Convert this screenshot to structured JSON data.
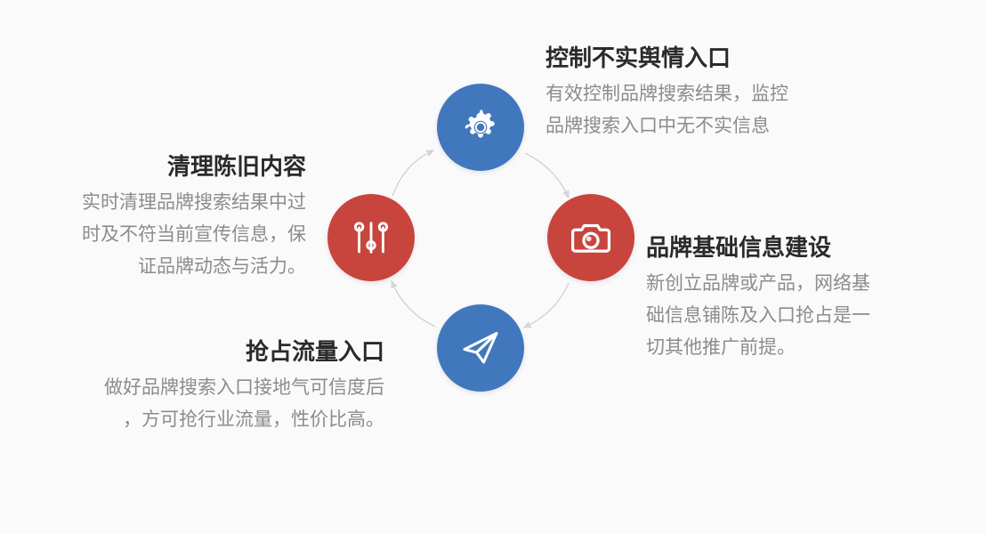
{
  "theme": {
    "background": "#FBFAFB",
    "blue": "#4178BD",
    "red": "#C8453E",
    "title_color": "#2A2A2A",
    "body_color": "#8C8C8C",
    "arrow_color": "#C9C9CC"
  },
  "nodes": [
    {
      "id": "top",
      "icon": "gear-icon",
      "color": "#4178BD",
      "position": "top"
    },
    {
      "id": "right",
      "icon": "camera-icon",
      "color": "#C8453E",
      "position": "right"
    },
    {
      "id": "bottom",
      "icon": "send-icon",
      "color": "#4178BD",
      "position": "bottom"
    },
    {
      "id": "left",
      "icon": "sliders-icon",
      "color": "#C8453E",
      "position": "left"
    }
  ],
  "blocks": {
    "top_right": {
      "title": "控制不实舆情入口",
      "lines": [
        "有效控制品牌搜索结果，监控",
        "品牌搜索入口中无不实信息"
      ]
    },
    "bottom_right": {
      "title": "品牌基础信息建设",
      "lines": [
        "新创立品牌或产品，网络基",
        "础信息铺陈及入口抢占是一",
        "切其他推广前提。"
      ]
    },
    "top_left": {
      "title": "清理陈旧内容",
      "lines": [
        "实时清理品牌搜索结果中过",
        "时及不符当前宣传信息，保",
        "证品牌动态与活力。"
      ]
    },
    "bottom_left": {
      "title": "抢占流量入口",
      "lines": [
        "做好品牌搜索入口接地气可信度后",
        "，方可抢行业流量，性价比高。"
      ]
    }
  }
}
